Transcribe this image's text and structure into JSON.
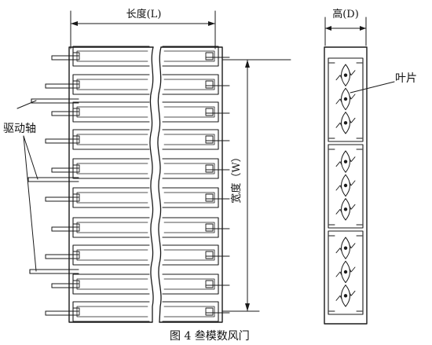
{
  "labels": {
    "length": "长度(L)",
    "height": "高(D)",
    "width": "宽度（W）",
    "blade": "叶片",
    "drive_shaft": "驱动轴",
    "caption": "图 4    叁模数风门"
  }
}
